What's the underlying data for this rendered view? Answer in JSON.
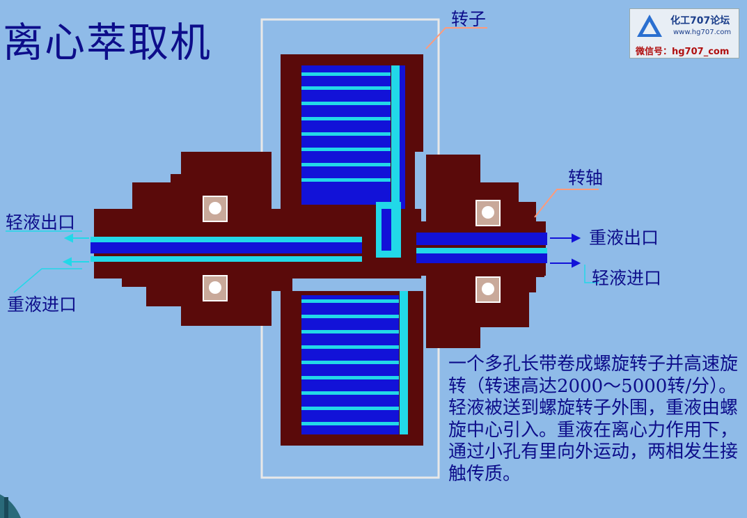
{
  "title": "离心萃取机",
  "labels": {
    "rotor": "转子",
    "shaft": "转轴",
    "light_out": "轻液出口",
    "heavy_in": "重液进口",
    "heavy_out": "重液出口",
    "light_in": "轻液进口"
  },
  "description": "一个多孔长带卷成螺旋转子并高速旋转（转速高达2000～5000转/分）。轻液被送到螺旋转子外围，重液由螺旋中心引入。重液在离心力作用下，通过小孔有里向外运动，两相发生接触传质。",
  "logo": {
    "name": "化工707论坛",
    "url": "www.hg707.com",
    "wechat": "微信号：hg707_com"
  },
  "colors": {
    "background": "#8fbbe8",
    "housing": "#5a0a0a",
    "heavy_liquid": "#1212d8",
    "light_liquid": "#22d8e8",
    "text": "#0d0d8a"
  }
}
